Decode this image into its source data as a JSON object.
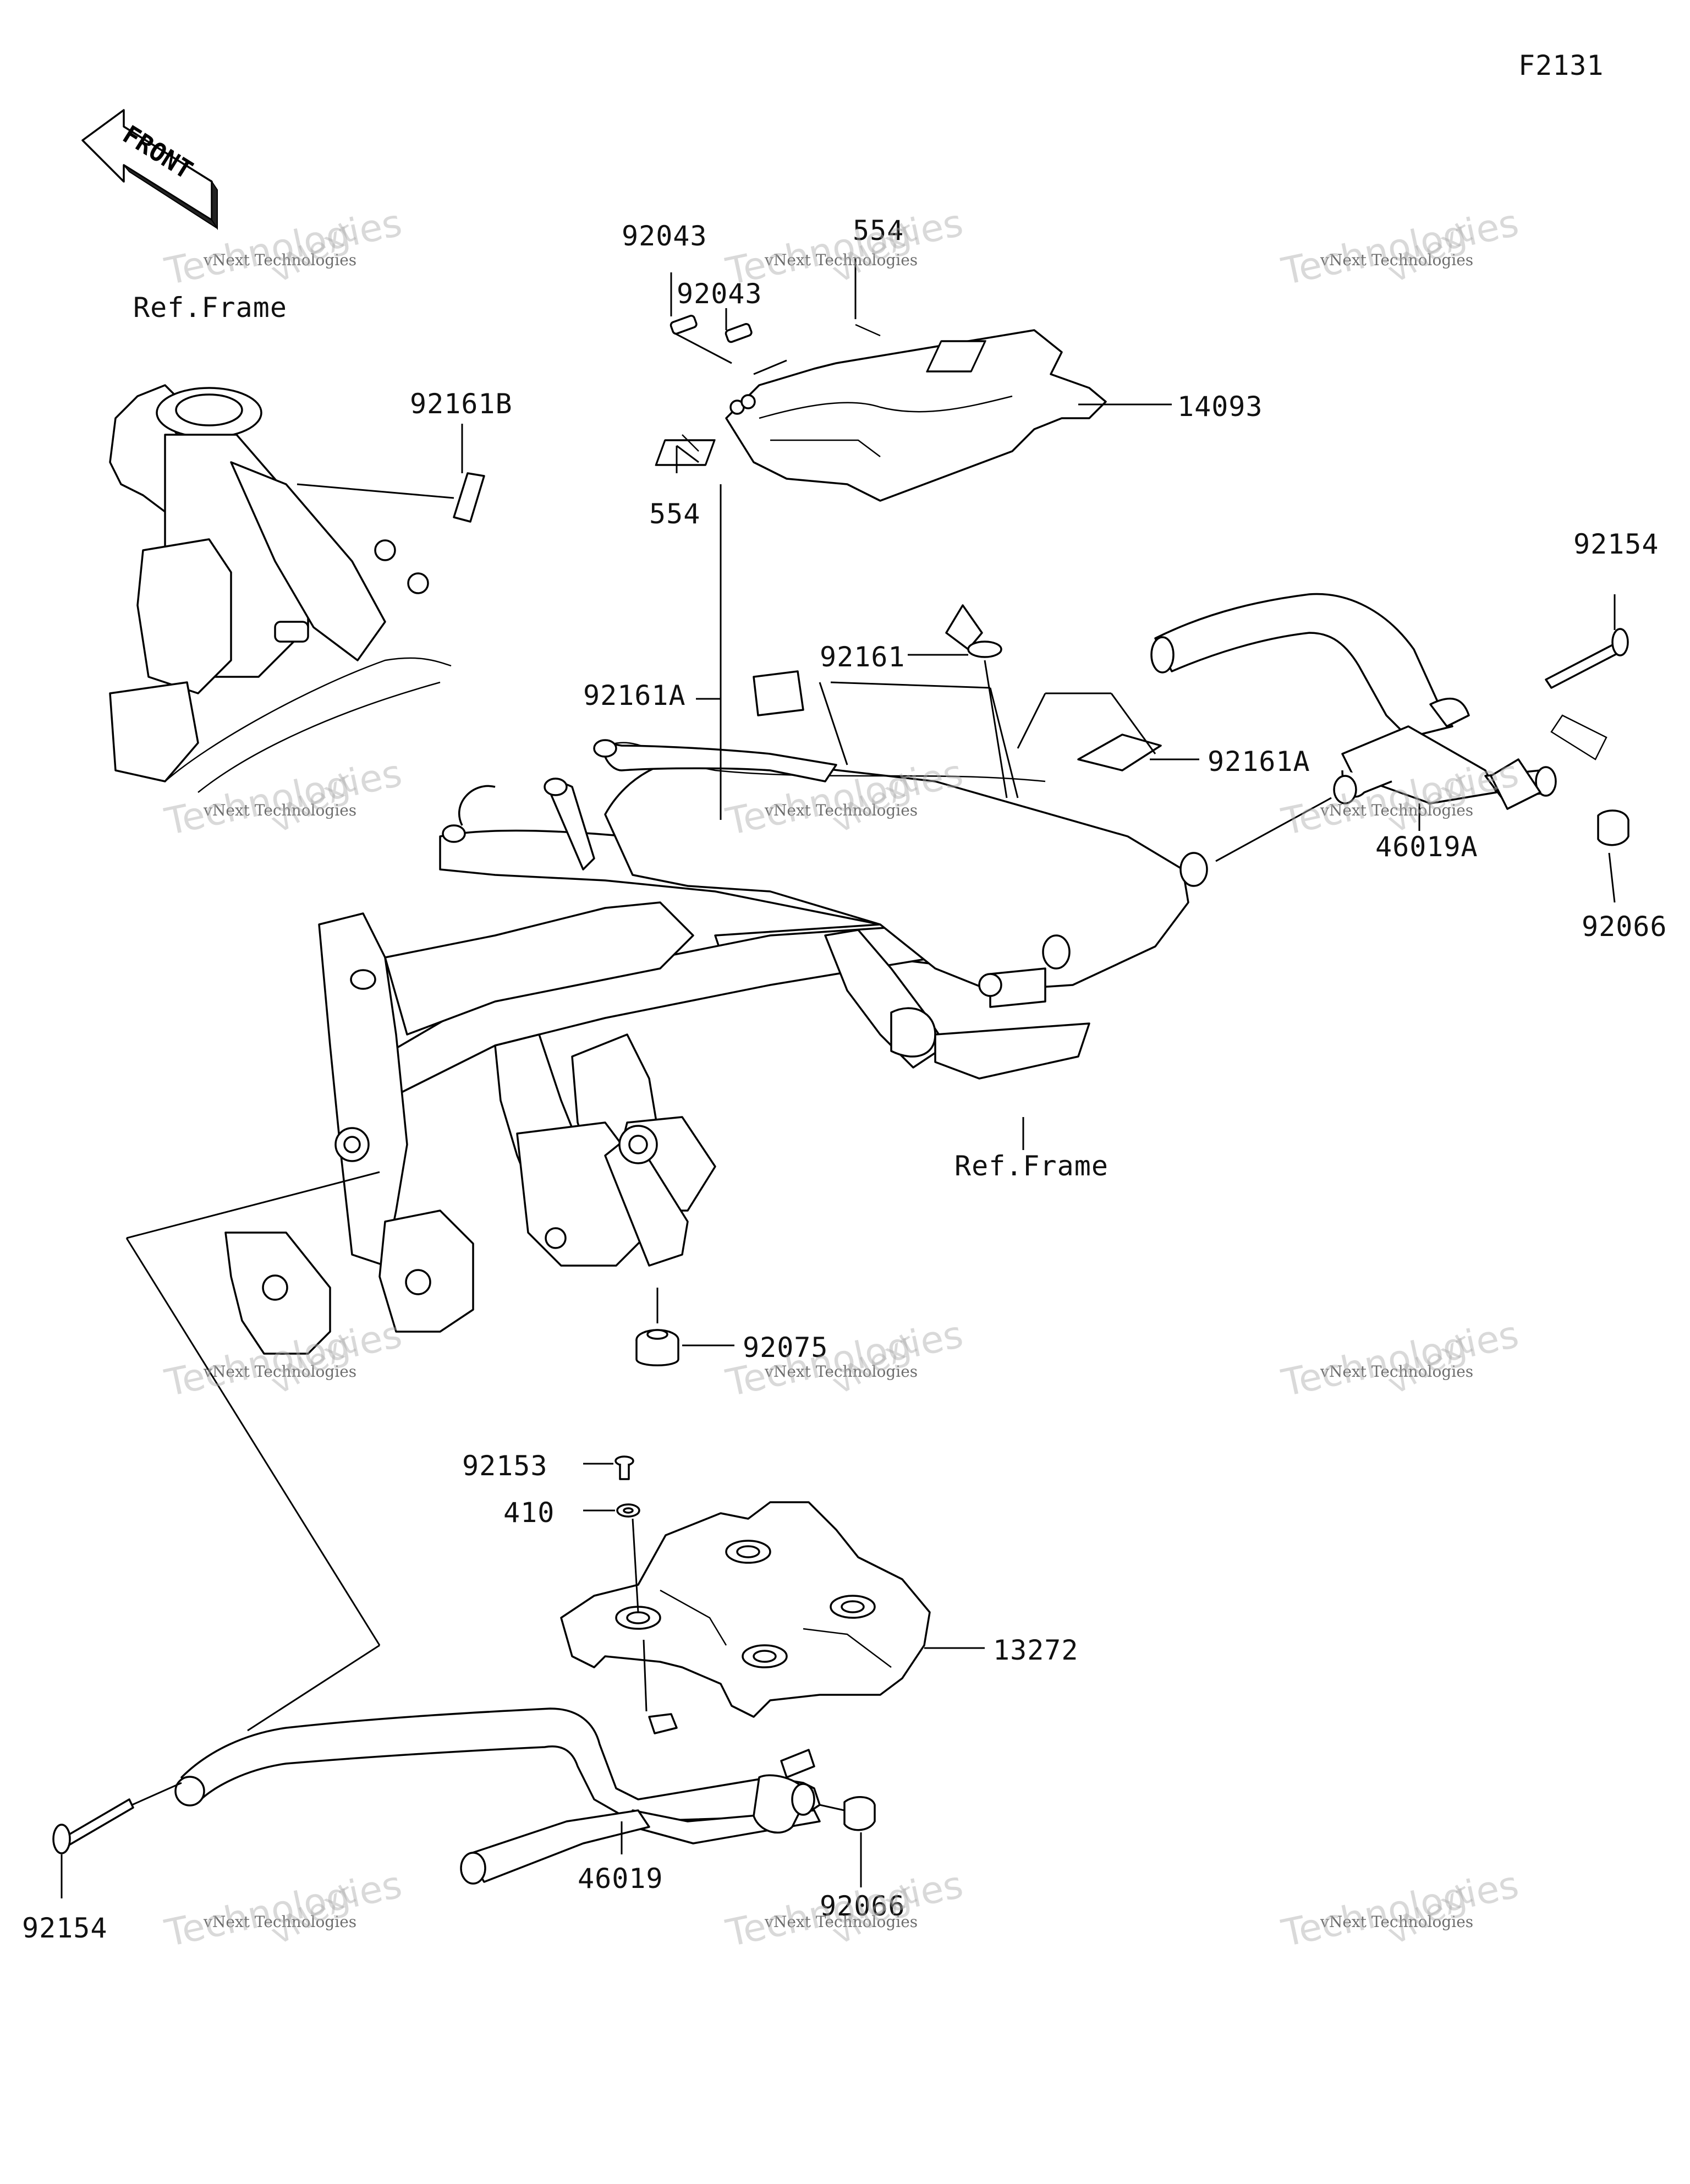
{
  "figure_code": "F2131",
  "front_arrow_label": "FRONT",
  "ref_labels": {
    "top_left": "Ref.Frame",
    "center": "Ref.Frame"
  },
  "part_labels": {
    "p92043_a": "92043",
    "p554_a": "554",
    "p92043_b": "92043",
    "p14093": "14093",
    "p554_b": "554",
    "p92161B": "92161B",
    "p92154_a": "92154",
    "p92161": "92161",
    "p92161A_a": "92161A",
    "p92161A_b": "92161A",
    "p46019A": "46019A",
    "p92066_a": "92066",
    "p92075": "92075",
    "p92153": "92153",
    "p410": "410",
    "p13272": "13272",
    "p46019": "46019",
    "p92154_b": "92154",
    "p92066_b": "92066"
  },
  "watermark": {
    "brand_big": "Technologies",
    "brand_small": "vNext Technologies",
    "brand_vn": "vNext"
  }
}
